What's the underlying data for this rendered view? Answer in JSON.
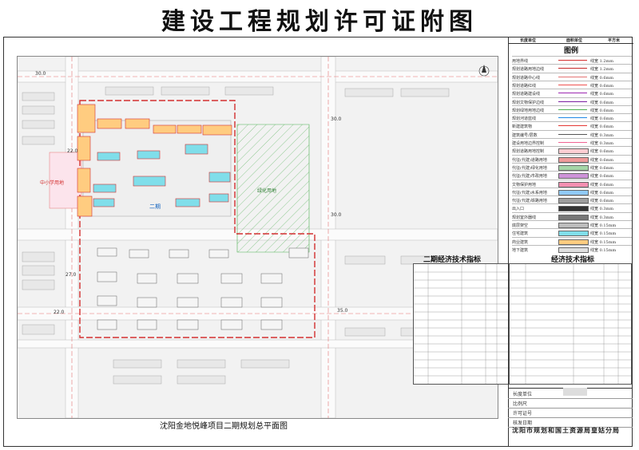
{
  "page_title": "建设工程规划许可证附图",
  "plan": {
    "title": "沈阳金地悦峰项目二期规划总平面图",
    "road_labels": [
      "30.0",
      "22.0",
      "27.0",
      "30.0",
      "35.0",
      "30.0",
      "22.0"
    ],
    "area_labels": [
      "二期",
      "中小学用地",
      "绿化用地"
    ]
  },
  "panel": {
    "header_labels": [
      "长度单位",
      "面积单位",
      "平方米"
    ],
    "legend_title": "图例",
    "legend_items": [
      {
        "name": "用地界线",
        "width": "线宽 1.2mm",
        "color": "#d32f2f"
      },
      {
        "name": "规划道路用地边线",
        "width": "线宽 1.2mm",
        "color": "#c62828"
      },
      {
        "name": "规划道路中心线",
        "width": "线宽 0.6mm",
        "color": "#e57373"
      },
      {
        "name": "规划道路红线",
        "width": "线宽 0.6mm",
        "color": "#ef5350"
      },
      {
        "name": "规划道路建设线",
        "width": "线宽 0.6mm",
        "color": "#9c27b0"
      },
      {
        "name": "规划文物保护边线",
        "width": "线宽 0.6mm",
        "color": "#7b1fa2"
      },
      {
        "name": "规划绿地用地边线",
        "width": "线宽 0.6mm",
        "color": "#4caf50"
      },
      {
        "name": "规划河道蓝线",
        "width": "线宽 0.6mm",
        "color": "#1e88e5"
      },
      {
        "name": "新建建筑物",
        "width": "线宽 0.6mm",
        "color": "#e53935"
      },
      {
        "name": "建筑编号/层数",
        "width": "线宽 0.3mm",
        "color": "#555555"
      },
      {
        "name": "建设用地边界控制",
        "width": "线宽 0.3mm",
        "color": "#f06292"
      },
      {
        "name": "规划道路用地控制",
        "width": "线宽 0.6mm",
        "color": "#ffcdd2"
      },
      {
        "name": "代征(代建)道路用地",
        "width": "线宽 0.6mm",
        "color": "#ef9a9a"
      },
      {
        "name": "代征(代建)绿化用地",
        "width": "线宽 0.6mm",
        "color": "#a5d6a7"
      },
      {
        "name": "代征(代建)市政用地",
        "width": "线宽 0.6mm",
        "color": "#ce93d8"
      },
      {
        "name": "文物保护用地",
        "width": "线宽 0.6mm",
        "color": "#f48fb1"
      },
      {
        "name": "代征(代建)水系用地",
        "width": "线宽 0.6mm",
        "color": "#90caf9"
      },
      {
        "name": "代征(代建)铁路用地",
        "width": "线宽 0.6mm",
        "color": "#9e9e9e"
      },
      {
        "name": "出入口",
        "width": "线宽 0.3mm",
        "color": "#333333"
      },
      {
        "name": "规划室外器线",
        "width": "线宽 0.3mm",
        "color": "#777777"
      },
      {
        "name": "底层架空",
        "width": "线宽 0.15mm",
        "color": "#bdbdbd"
      },
      {
        "name": "住宅建筑",
        "width": "线宽 0.15mm",
        "color": "#80deea"
      },
      {
        "name": "商业建筑",
        "width": "线宽 0.15mm",
        "color": "#ffcc80"
      },
      {
        "name": "地下建筑",
        "width": "线宽 0.15mm",
        "color": "#e0e0e0"
      }
    ],
    "stamp_labels": [
      "长度单位",
      "比例尺",
      "许可证号",
      "核发日期"
    ],
    "bureau": "沈阳市规划和国土资源局皇姑分局"
  },
  "econ_tables": [
    {
      "title": "二期经济技术指标"
    },
    {
      "title": "经济技术指标"
    }
  ],
  "colors": {
    "residential": "#80deea",
    "commercial": "#ffcc80",
    "boundary": "#d32f2f",
    "greenland": "#4caf50",
    "road": "#c8c8c8"
  }
}
